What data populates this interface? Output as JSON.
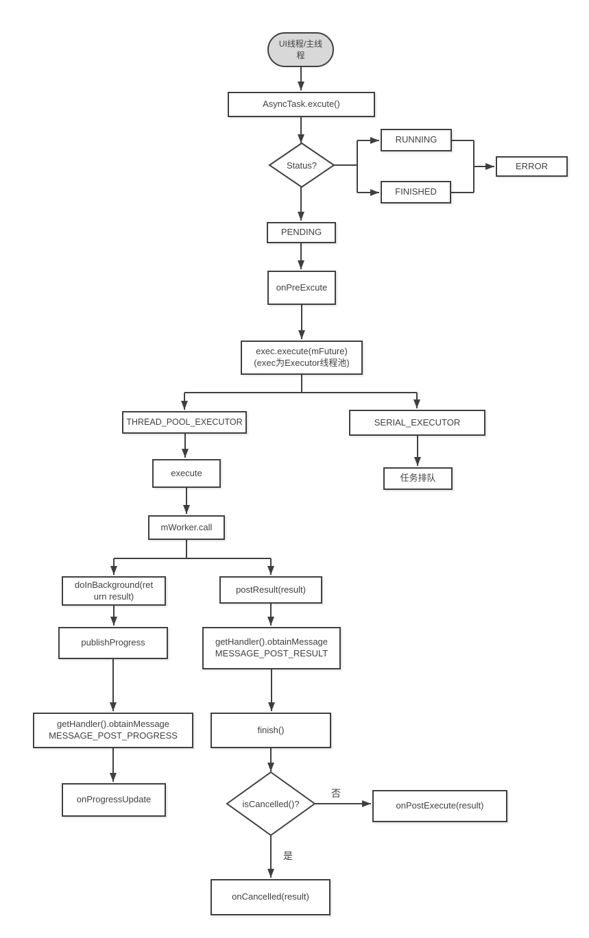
{
  "diagram": {
    "title_hint": "AsyncTask execution flowchart",
    "colors": {
      "background": "#ffffff",
      "stroke": "#3f3f3f",
      "node_fill": "#ffffff",
      "start_fill": "#d8d8d8",
      "text": "#3f3f3f"
    },
    "nodes": {
      "start": {
        "label": "UI线程/主线程",
        "shape": "stadium"
      },
      "async_execute": {
        "label": "AsyncTask.excute()",
        "shape": "rect"
      },
      "status": {
        "label": "Status?",
        "shape": "diamond"
      },
      "running": {
        "label": "RUNNING",
        "shape": "rect"
      },
      "finished": {
        "label": "FINISHED",
        "shape": "rect"
      },
      "error": {
        "label": "ERROR",
        "shape": "rect"
      },
      "pending": {
        "label": "PENDING",
        "shape": "rect"
      },
      "on_pre_excute": {
        "label": "onPreExcute",
        "shape": "rect"
      },
      "exec_execute": {
        "label": "exec.execute(mFuture)\n(exec为Executor线程池)",
        "shape": "rect"
      },
      "thread_pool_executor": {
        "label": "THREAD_POOL_EXECUTOR",
        "shape": "rect"
      },
      "serial_executor": {
        "label": "SERIAL_EXECUTOR",
        "shape": "rect"
      },
      "task_queue": {
        "label": "任务排队",
        "shape": "rect"
      },
      "execute": {
        "label": "execute",
        "shape": "rect"
      },
      "mworker_call": {
        "label": "mWorker.call",
        "shape": "rect"
      },
      "do_in_background": {
        "label": "doInBackground(ret\nurn result)",
        "shape": "rect"
      },
      "post_result": {
        "label": "postResult(result)",
        "shape": "rect"
      },
      "publish_progress": {
        "label": "publishProgress",
        "shape": "rect"
      },
      "get_handler_post_result": {
        "label": "getHandler().obtainMessage\nMESSAGE_POST_RESULT",
        "shape": "rect"
      },
      "get_handler_post_progress": {
        "label": "getHandler().obtainMessage\nMESSAGE_POST_PROGRESS",
        "shape": "rect"
      },
      "on_progress_update": {
        "label": "onProgressUpdate",
        "shape": "rect"
      },
      "finish": {
        "label": "finish()",
        "shape": "rect"
      },
      "is_cancelled": {
        "label": "isCancelled()?",
        "shape": "diamond"
      },
      "on_post_execute": {
        "label": "onPostExecute(result)",
        "shape": "rect"
      },
      "on_cancelled": {
        "label": "onCancelled(result)",
        "shape": "rect"
      }
    },
    "edge_labels": {
      "no": "否",
      "yes": "是"
    }
  }
}
